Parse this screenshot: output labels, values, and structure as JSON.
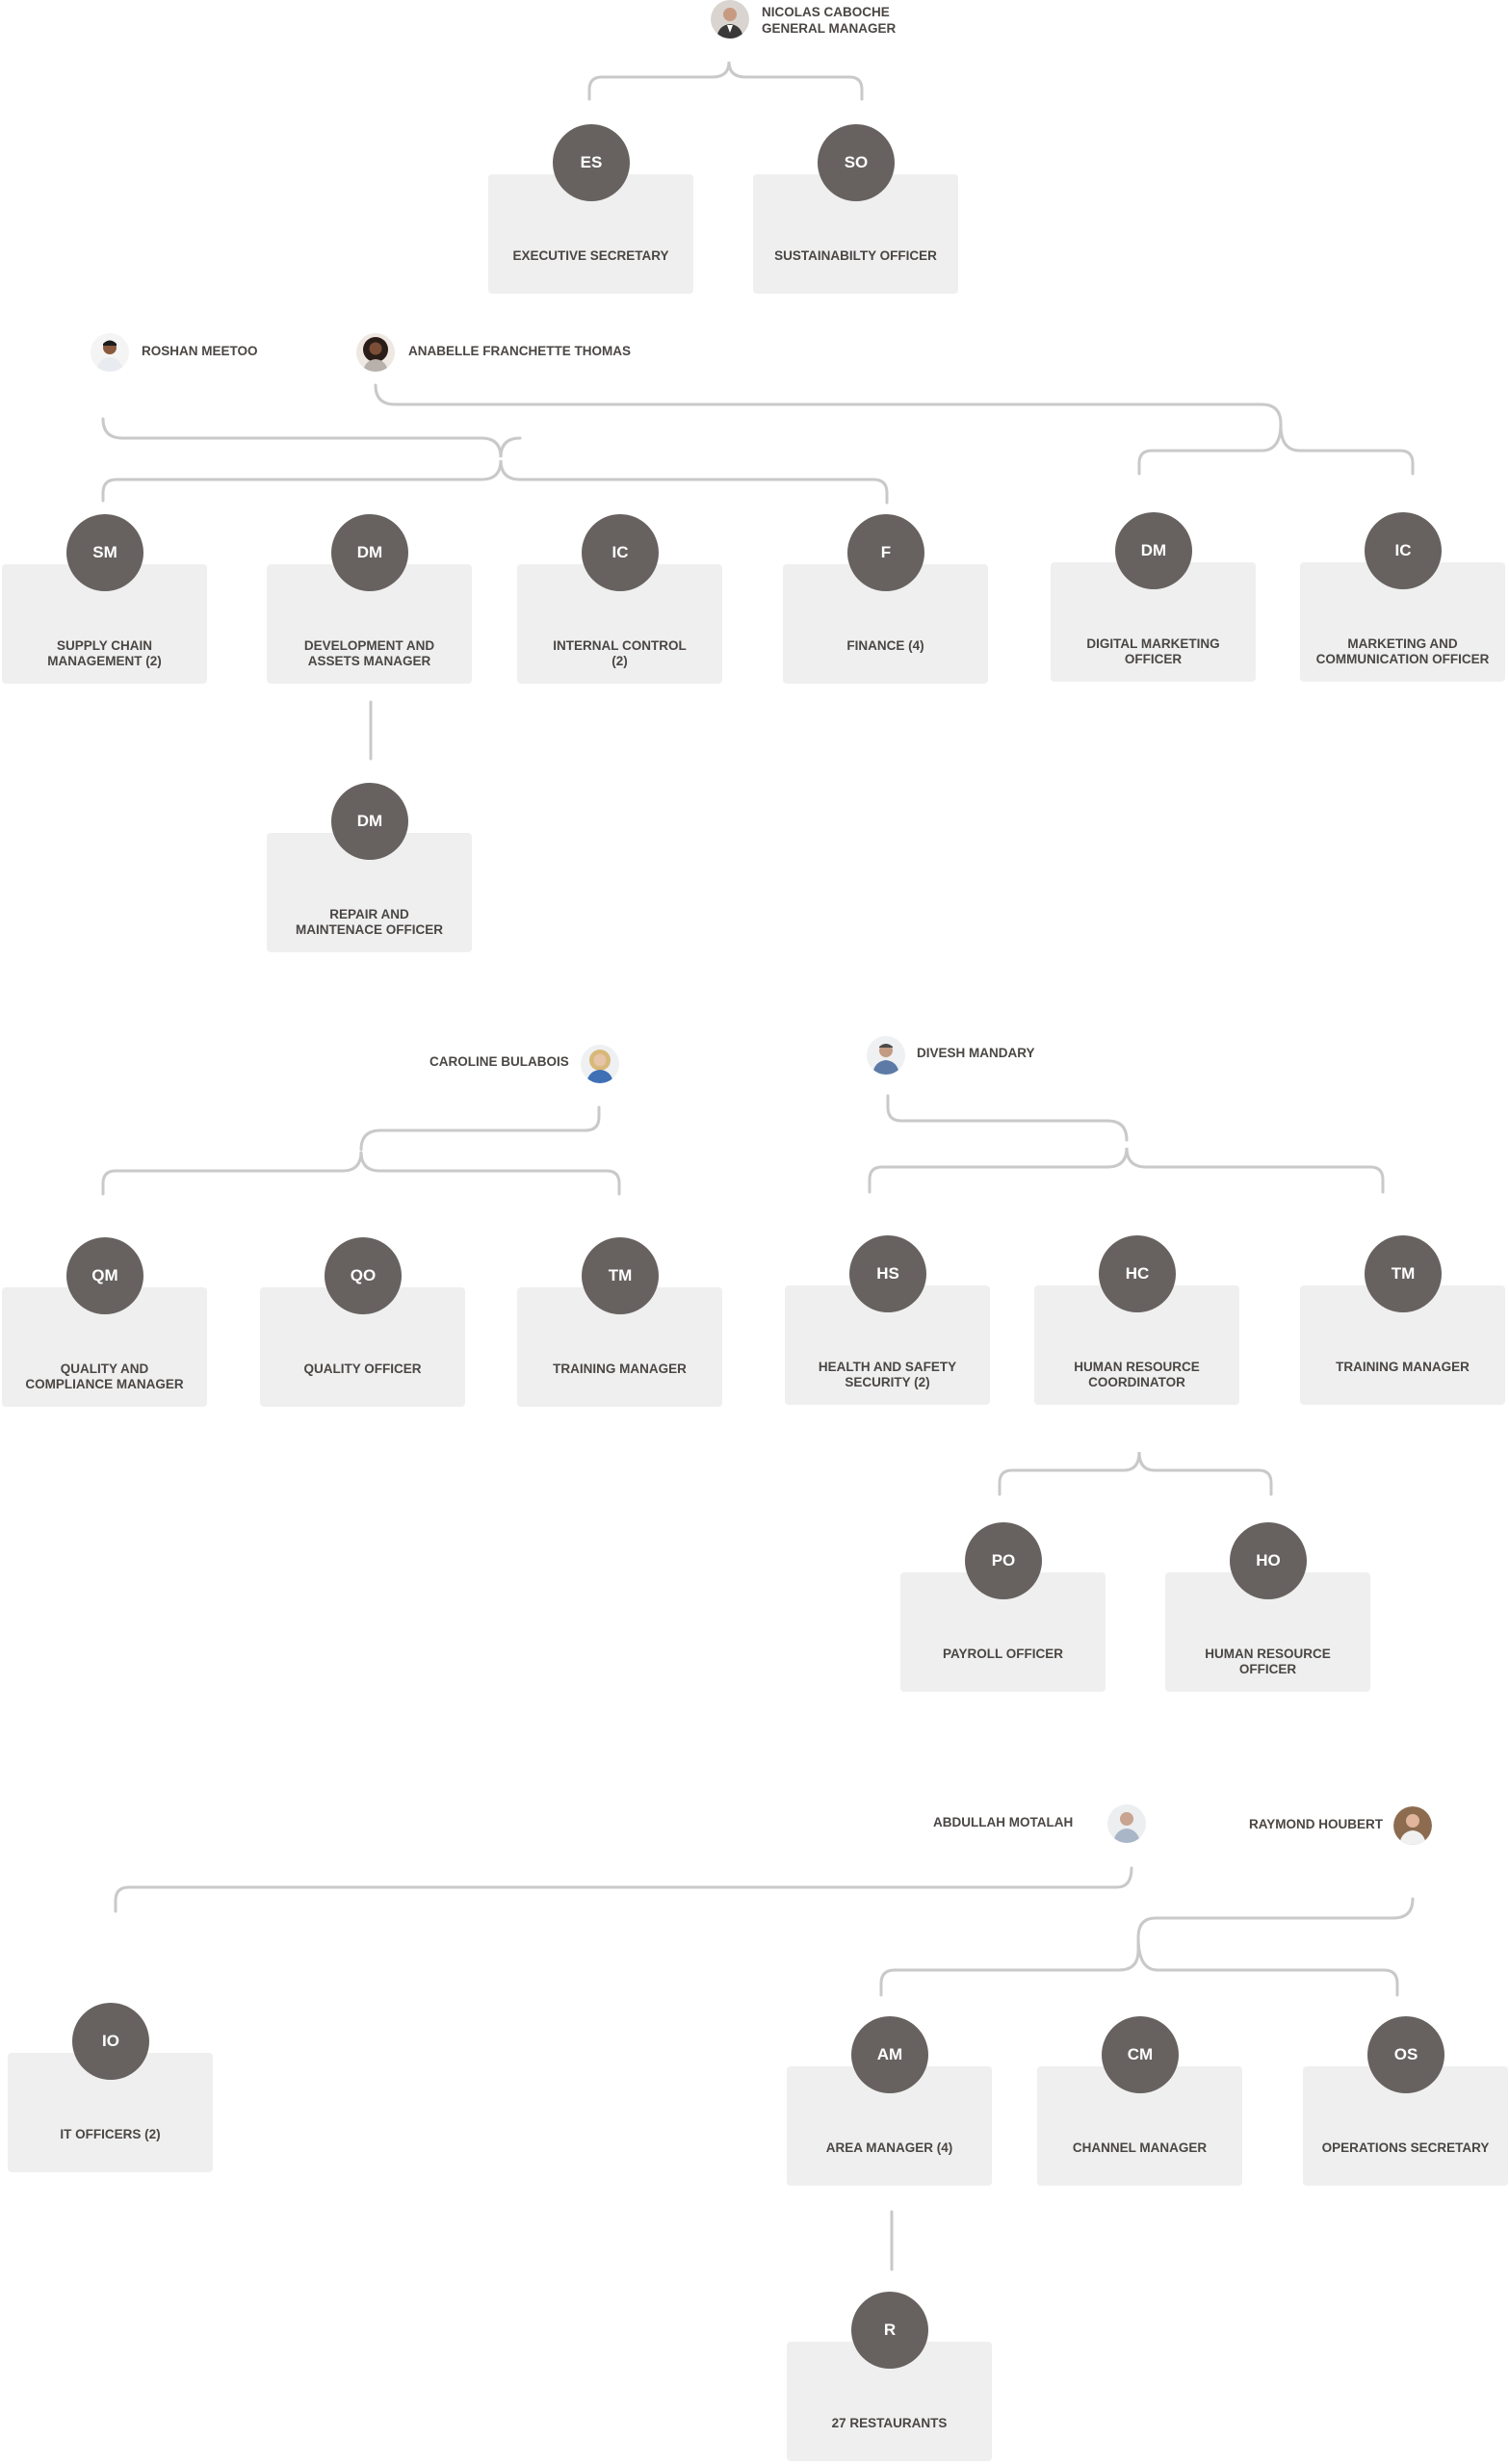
{
  "people": {
    "caboche": "NICOLAS CABOCHE\nGENERAL MANAGER",
    "meetoo": "ROSHAN MEETOO",
    "thomas": "ANABELLE FRANCHETTE THOMAS",
    "bulabois": "CAROLINE BULABOIS",
    "mandary": "DIVESH MANDARY",
    "motalah": "ABDULLAH MOTALAH",
    "houbert": "RAYMOND HOUBERT"
  },
  "roles": {
    "es": {
      "initials": "ES",
      "title": "EXECUTIVE SECRETARY"
    },
    "so": {
      "initials": "SO",
      "title": "SUSTAINABILTY OFFICER"
    },
    "sm": {
      "initials": "SM",
      "title": "SUPPLY CHAIN\nMANAGEMENT (2)"
    },
    "dm1": {
      "initials": "DM",
      "title": "DEVELOPMENT AND\nASSETS MANAGER"
    },
    "ic1": {
      "initials": "IC",
      "title": "INTERNAL CONTROL\n(2)"
    },
    "f": {
      "initials": "F",
      "title": "FINANCE (4)"
    },
    "dm2": {
      "initials": "DM",
      "title": "DIGITAL MARKETING\nOFFICER"
    },
    "ic2": {
      "initials": "IC",
      "title": "MARKETING AND\nCOMMUNICATION OFFICER"
    },
    "dm3": {
      "initials": "DM",
      "title": "REPAIR AND\nMAINTENACE OFFICER"
    },
    "qm": {
      "initials": "QM",
      "title": "QUALITY AND\nCOMPLIANCE MANAGER"
    },
    "qo": {
      "initials": "QO",
      "title": "QUALITY OFFICER"
    },
    "tm1": {
      "initials": "TM",
      "title": "TRAINING MANAGER"
    },
    "hs": {
      "initials": "HS",
      "title": "HEALTH AND SAFETY\nSECURITY (2)"
    },
    "hc": {
      "initials": "HC",
      "title": "HUMAN RESOURCE\nCOORDINATOR"
    },
    "tm2": {
      "initials": "TM",
      "title": "TRAINING MANAGER"
    },
    "po": {
      "initials": "PO",
      "title": "PAYROLL OFFICER"
    },
    "ho": {
      "initials": "HO",
      "title": "HUMAN RESOURCE\nOFFICER"
    },
    "io": {
      "initials": "IO",
      "title": "IT OFFICERS (2)"
    },
    "am": {
      "initials": "AM",
      "title": "AREA MANAGER (4)"
    },
    "cm": {
      "initials": "CM",
      "title": "CHANNEL MANAGER"
    },
    "os": {
      "initials": "OS",
      "title": "OPERATIONS SECRETARY"
    },
    "r": {
      "initials": "R",
      "title": "27 RESTAURANTS"
    }
  },
  "colors": {
    "circle": "#676260",
    "card": "#efefef",
    "line": "#c9c9c9",
    "text": "#4a4644"
  }
}
